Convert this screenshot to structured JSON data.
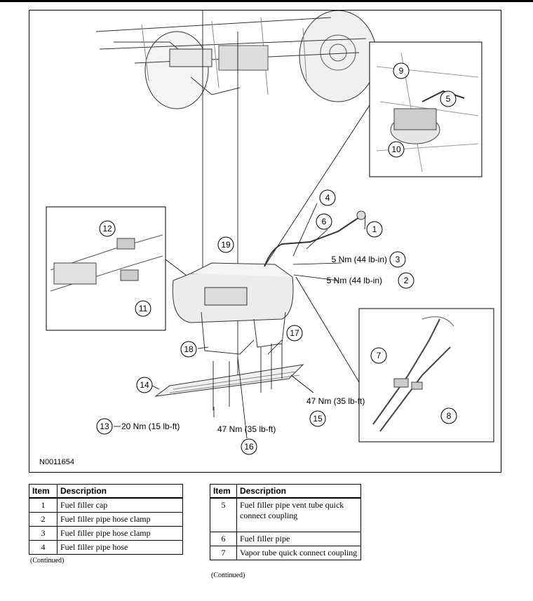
{
  "figure": {
    "id": "N0011654",
    "callouts": [
      "1",
      "2",
      "3",
      "4",
      "5",
      "6",
      "7",
      "8",
      "9",
      "10",
      "11",
      "12",
      "13",
      "14",
      "15",
      "16",
      "17",
      "18",
      "19"
    ],
    "torque_specs": {
      "t3": "5 Nm (44 lb-in)",
      "t2": "5 Nm (44 lb-in)",
      "t15": "47 Nm (35 lb-ft)",
      "t16": "47 Nm (35 lb-ft)",
      "t13": "20 Nm (15 lb-ft)"
    }
  },
  "table_left": {
    "headers": [
      "Item",
      "Description"
    ],
    "rows": [
      {
        "item": "1",
        "desc": "Fuel filler cap"
      },
      {
        "item": "2",
        "desc": "Fuel filler pipe hose clamp"
      },
      {
        "item": "3",
        "desc": "Fuel filler pipe hose clamp"
      },
      {
        "item": "4",
        "desc": "Fuel filler pipe hose"
      }
    ],
    "continued": "(Continued)"
  },
  "table_right": {
    "headers": [
      "Item",
      "Description"
    ],
    "rows": [
      {
        "item": "5",
        "desc": "Fuel filler pipe vent tube quick connect coupling"
      },
      {
        "item": "6",
        "desc": "Fuel filler pipe"
      },
      {
        "item": "7",
        "desc": "Vapor tube quick connect coupling"
      }
    ],
    "continued": "(Continued)"
  }
}
